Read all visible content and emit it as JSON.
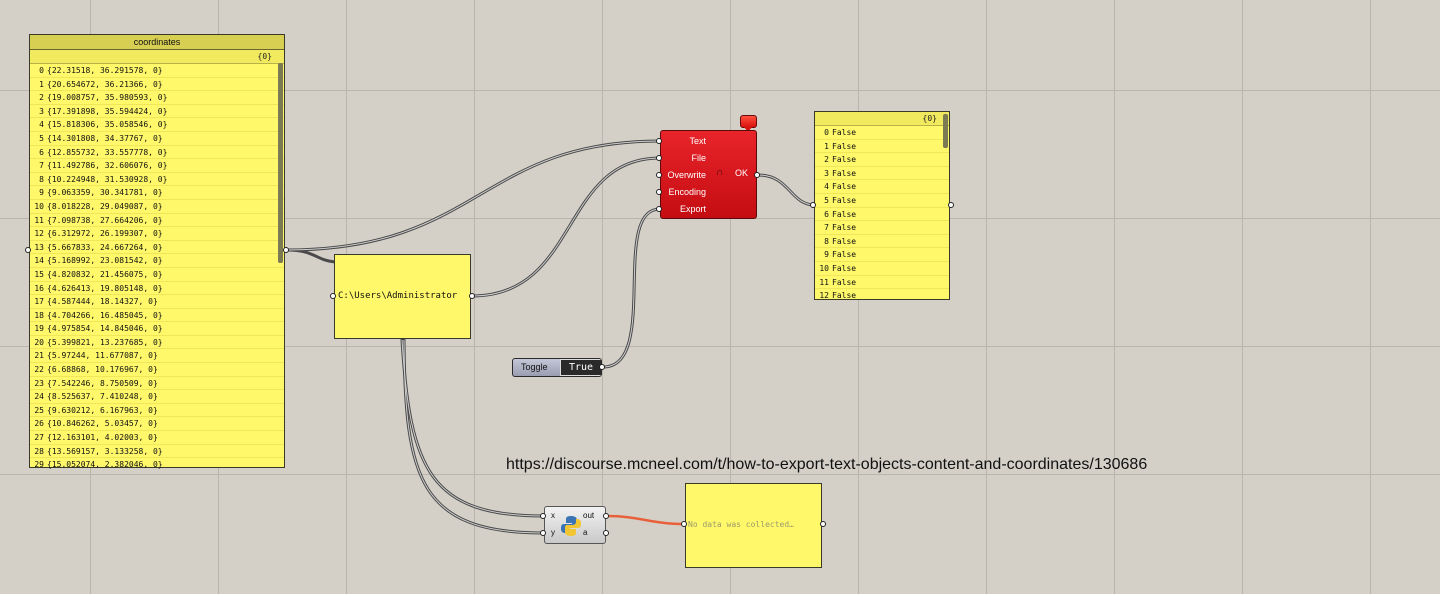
{
  "coordinates_panel": {
    "title": "coordinates",
    "path": "{0}",
    "rows": [
      {
        "i": "0",
        "v": "{22.31518, 36.291578, 0}"
      },
      {
        "i": "1",
        "v": "{20.654672, 36.21366, 0}"
      },
      {
        "i": "2",
        "v": "{19.008757, 35.980593, 0}"
      },
      {
        "i": "3",
        "v": "{17.391898, 35.594424, 0}"
      },
      {
        "i": "4",
        "v": "{15.818306, 35.058546, 0}"
      },
      {
        "i": "5",
        "v": "{14.301808, 34.37767, 0}"
      },
      {
        "i": "6",
        "v": "{12.855732, 33.557778, 0}"
      },
      {
        "i": "7",
        "v": "{11.492786, 32.606076, 0}"
      },
      {
        "i": "8",
        "v": "{10.224948, 31.530928, 0}"
      },
      {
        "i": "9",
        "v": "{9.063359, 30.341781, 0}"
      },
      {
        "i": "10",
        "v": "{8.018228, 29.049087, 0}"
      },
      {
        "i": "11",
        "v": "{7.098738, 27.664206, 0}"
      },
      {
        "i": "12",
        "v": "{6.312972, 26.199307, 0}"
      },
      {
        "i": "13",
        "v": "{5.667833, 24.667264, 0}"
      },
      {
        "i": "14",
        "v": "{5.168992, 23.081542, 0}"
      },
      {
        "i": "15",
        "v": "{4.820832, 21.456075, 0}"
      },
      {
        "i": "16",
        "v": "{4.626413, 19.805148, 0}"
      },
      {
        "i": "17",
        "v": "{4.587444, 18.14327, 0}"
      },
      {
        "i": "18",
        "v": "{4.704266, 16.485045, 0}"
      },
      {
        "i": "19",
        "v": "{4.975854, 14.845046, 0}"
      },
      {
        "i": "20",
        "v": "{5.399821, 13.237685, 0}"
      },
      {
        "i": "21",
        "v": "{5.97244, 11.677087, 0}"
      },
      {
        "i": "22",
        "v": "{6.68868, 10.176967, 0}"
      },
      {
        "i": "23",
        "v": "{7.542246, 8.750509, 0}"
      },
      {
        "i": "24",
        "v": "{8.525637, 7.410248, 0}"
      },
      {
        "i": "25",
        "v": "{9.630212, 6.167963, 0}"
      },
      {
        "i": "26",
        "v": "{10.846262, 5.03457, 0}"
      },
      {
        "i": "27",
        "v": "{12.163101, 4.02003, 0}"
      },
      {
        "i": "28",
        "v": "{13.569157, 3.133258, 0}"
      },
      {
        "i": "29",
        "v": "{15.052074, 2.382046, 0}"
      }
    ]
  },
  "path_panel": {
    "text": "C:\\Users\\Administrator"
  },
  "text_component": {
    "inputs": [
      "Text",
      "File",
      "Overwrite",
      "Encoding",
      "Export"
    ],
    "output": "OK"
  },
  "output_panel": {
    "path": "{0}",
    "rows": [
      {
        "i": "0",
        "v": "False"
      },
      {
        "i": "1",
        "v": "False"
      },
      {
        "i": "2",
        "v": "False"
      },
      {
        "i": "3",
        "v": "False"
      },
      {
        "i": "4",
        "v": "False"
      },
      {
        "i": "5",
        "v": "False"
      },
      {
        "i": "6",
        "v": "False"
      },
      {
        "i": "7",
        "v": "False"
      },
      {
        "i": "8",
        "v": "False"
      },
      {
        "i": "9",
        "v": "False"
      },
      {
        "i": "10",
        "v": "False"
      },
      {
        "i": "11",
        "v": "False"
      },
      {
        "i": "12",
        "v": "False"
      }
    ]
  },
  "toggle": {
    "label": "Toggle",
    "value": "True"
  },
  "python": {
    "in_x": "x",
    "in_y": "y",
    "out_out": "out",
    "out_a": "a"
  },
  "empty_panel": {
    "text": "No data was collected…"
  },
  "url_note": "https://discourse.mcneel.com/t/how-to-export-text-objects-content-and-coordinates/130686",
  "colors": {
    "panel": "#fff86a",
    "component_red": "#d81418",
    "wire_error": "#e8603a"
  }
}
